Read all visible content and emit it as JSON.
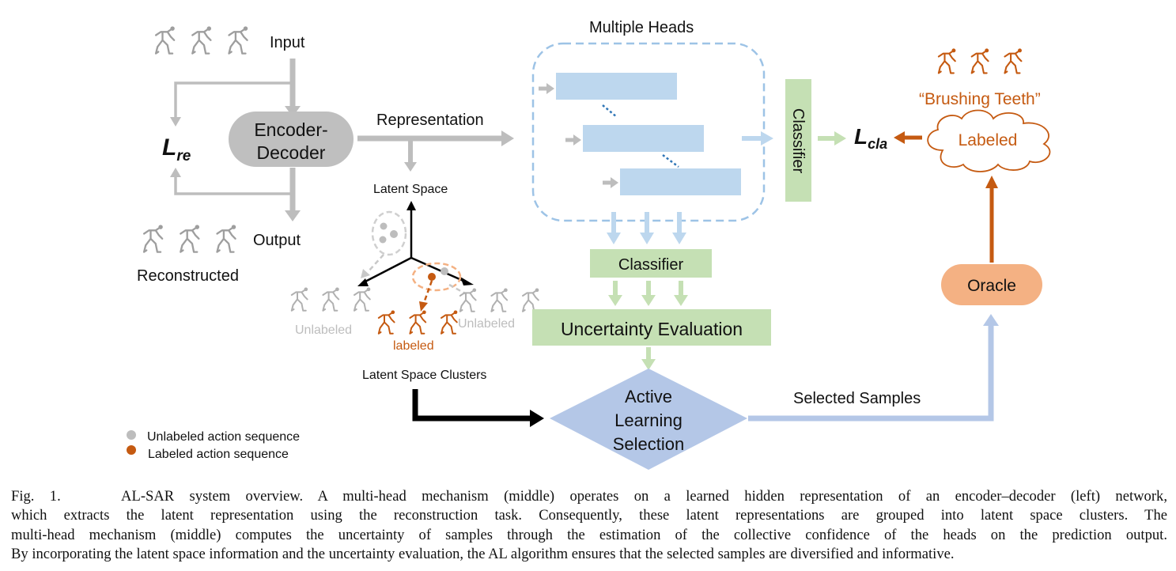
{
  "labels": {
    "input": "Input",
    "encoder_line1": "Encoder-",
    "encoder_line2": "Decoder",
    "loss_re_main": "L",
    "loss_re_sub": "re",
    "output": "Output",
    "reconstructed": "Reconstructed",
    "representation": "Representation",
    "latent_space": "Latent Space",
    "unlabeled_left": "Unlabeled",
    "unlabeled_right": "Unlabeled",
    "labeled": "labeled",
    "latent_space_clusters": "Latent Space Clusters",
    "multiple_heads": "Multiple Heads",
    "classifier_vertical": "Classifier",
    "classifier_box": "Classifier",
    "uncertainty": "Uncertainty Evaluation",
    "al_line1": "Active",
    "al_line2": "Learning",
    "al_line3": "Selection",
    "selected_samples": "Selected Samples",
    "loss_cla_main": "L",
    "loss_cla_sub": "cla",
    "brushing_teeth": "“Brushing Teeth”",
    "labeled_cloud": "Labeled",
    "oracle": "Oracle"
  },
  "legend": {
    "unlabeled": "Unlabeled action sequence",
    "labeled": "Labeled action sequence"
  },
  "caption": {
    "line1": "Fig. 1.    AL-SAR system overview. A multi-head mechanism (middle) operates on a learned hidden representation of an encoder–decoder (left) network,",
    "line2": "which extracts the latent representation using the reconstruction task. Consequently, these latent representations are grouped into latent space clusters. The",
    "line3": "multi-head mechanism (middle) computes the uncertainty of samples through the estimation of the collective confidence of the heads on the prediction output.",
    "line4": "By incorporating the latent space information and the uncertainty evaluation, the AL algorithm ensures that the selected samples are diversified and informative."
  },
  "colors": {
    "gray": "#bdbdbd",
    "blue": "#bdd7ee",
    "green": "#c5e0b4",
    "orange": "#c55a11",
    "oracle": "#f4b183",
    "diamond": "#b4c7e7",
    "encoder": "#bfbfbf"
  }
}
